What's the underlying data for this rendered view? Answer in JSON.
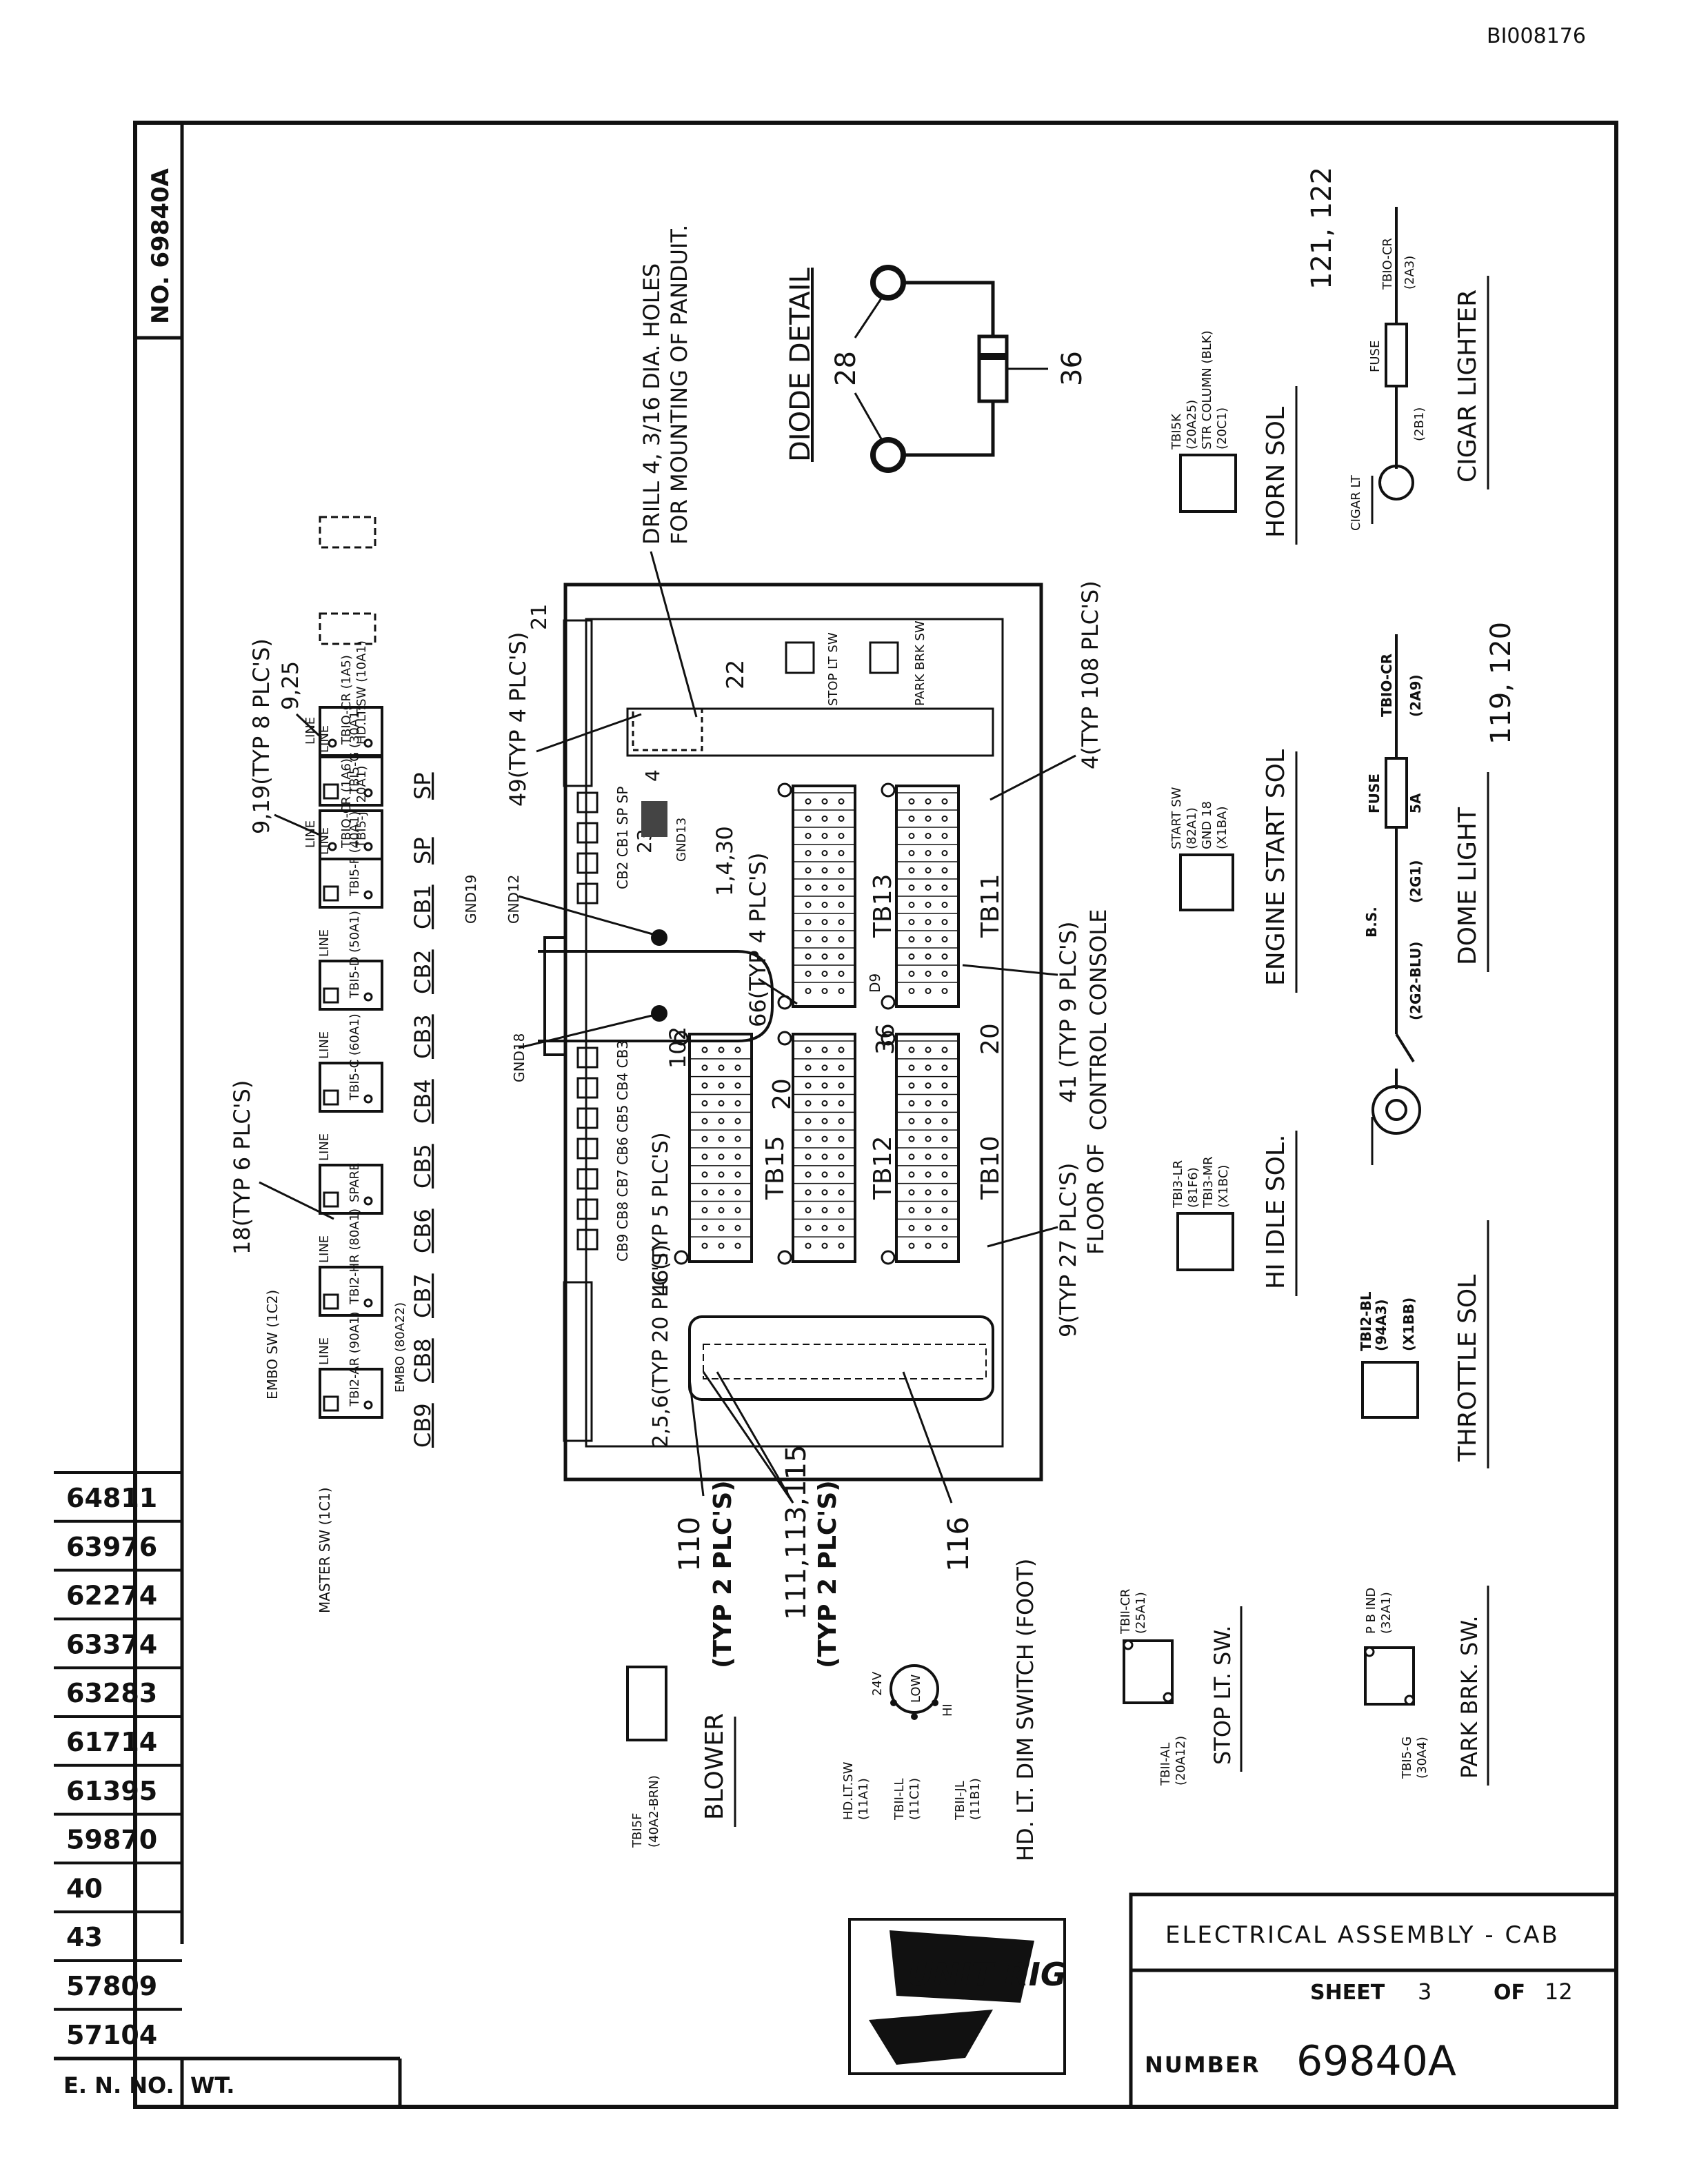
{
  "doc_id": "BI008176",
  "drawing_number_vertical": "NO. 69840A",
  "title_block": {
    "title": "ELECTRICAL ASSEMBLY - CAB",
    "sheet_label": "SHEET",
    "sheet_no": "3",
    "of_label": "OF",
    "sheet_total": "12",
    "number_label": "NUMBER",
    "number": "69840A",
    "logo_text": "UNIT RIG"
  },
  "revision_list": {
    "numbers": [
      "64811",
      "63976",
      "62274",
      "63374",
      "63283",
      "61714",
      "61395",
      "59870",
      "40",
      "43",
      "57809",
      "57104"
    ],
    "en_label": "E. N. NO.",
    "wt_label": "WT."
  },
  "breakers": {
    "positions": [
      "CB9",
      "CB8",
      "CB7",
      "CB6",
      "CB5",
      "CB4",
      "CB3",
      "CB2",
      "CB1",
      "SP",
      "SP"
    ],
    "line_label": "LINE",
    "labels": {
      "cb9": "TBI2-AR (90A1)",
      "cb8": "TBI2-HR (80A1)",
      "cb8b": "EMBO (80A22)",
      "cb7": "SPARE",
      "cb6": "TBI5-C (60A1)",
      "cb5": "TBI5-D (50A1)",
      "cb4": "TBI5-F (40A1)",
      "cb3": "TBI5-G (30A1)",
      "cb2a": "TBIO-CR (1A6)",
      "cb2b": "TBI5-J (20A1)",
      "cb1a": "TBIO-CR (1A5)",
      "cb1b": "HD.LT.SW (10A1)"
    },
    "master_sw": "MASTER SW (1C1)",
    "embo_sw": "EMBO SW (1C2)",
    "callout_18": "18(TYP 6 PLC'S)",
    "callout_919": "9,19(TYP 8 PLC'S)",
    "callout_925": "9,25"
  },
  "panel": {
    "drill_note_1": "DRILL 4, 3/16 DIA. HOLES",
    "drill_note_2": "FOR MOUNTING OF PANDUIT.",
    "labels": {
      "stop_lt_sw": "STOP LT SW",
      "park_brk_sw": "PARK BRK SW",
      "gnd12": "GND12",
      "gnd13": "GND13",
      "gnd18": "GND18",
      "gnd19": "GND19",
      "cb_row_top": "CB2 CB1 SP SP",
      "cb_row_bottom": "CB9 CB8 CB7 CB6 CB5 CB4 CB3",
      "tb15": "TB15",
      "tb12": "TB12",
      "tb10": "TB10",
      "tb13": "TB13",
      "tb11": "TB11",
      "d9": "D9",
      "panel_36": "36",
      "panel_20a": "20",
      "panel_20b": "20",
      "panel_102": "102",
      "panel_22": "22",
      "panel_21": "21",
      "panel_23": "23",
      "panel_4": "4"
    },
    "callouts": {
      "c49": "49(TYP 4 PLC'S)",
      "c4": "4(TYP 108 PLC'S)",
      "c41a": "41 (TYP 9 PLC'S)",
      "c41b": "CONTROL CONSOLE",
      "c9a": "9(TYP 27 PLC'S)",
      "c9b": "FLOOR OF",
      "c66": "66(TYP 4 PLC'S)",
      "c1430": "1,4,30",
      "c46": "46(TYP 5 PLC'S)",
      "c256": "2,5,6(TYP 20 PLC'S)",
      "c110a": "110",
      "c110b": "(TYP 2 PLC'S)",
      "c111a": "111,113,115",
      "c111b": "(TYP 2 PLC'S)",
      "c116": "116"
    }
  },
  "diode_detail": {
    "title": "DIODE DETAIL",
    "n28": "28",
    "n36": "36"
  },
  "components": {
    "horn": {
      "title": "HORN SOL",
      "l1": "TBI5K",
      "l2": "(20A25)",
      "l3": "STR COLUMN (BLK)",
      "l4": "(20C1)"
    },
    "cigar": {
      "title": "CIGAR LIGHTER",
      "num": "121, 122",
      "tb": "TBIO-CR",
      "tb2": "(2A3)",
      "fuse": "FUSE",
      "fuse2": "(2B1)",
      "lt": "CIGAR LT"
    },
    "engine": {
      "title": "ENGINE START SOL",
      "l1": "START SW",
      "l2": "(82A1)",
      "l3": "GND 18",
      "l4": "(X1BA)"
    },
    "dome": {
      "title": "DOME LIGHT",
      "num": "119, 120",
      "tb": "TBIO-CR",
      "tb2": "(2A9)",
      "fuse": "FUSE",
      "fuse2": "5A",
      "fuse3": "(2G1)",
      "bs": "B.S.",
      "blu": "(2G2-BLU)"
    },
    "hiidle": {
      "title": "HI IDLE SOL.",
      "l1": "TBI3-LR",
      "l2": "(81F6)",
      "l3": "TBI3-MR",
      "l4": "(X1BC)"
    },
    "throttle": {
      "title": "THROTTLE SOL",
      "l1": "TBI2-BL",
      "l2": "(94A3)",
      "l3": "(X1BB)"
    },
    "blower": {
      "title": "BLOWER",
      "l1": "TBI5F",
      "l2": "(40A2-BRN)"
    },
    "hdlt": {
      "title": "HD. LT. DIM SWITCH (FOOT)",
      "l1": "HD.LT.SW",
      "l2": "(11A1)",
      "l3": "TBII-LL",
      "l4": "(11C1)",
      "l5": "TBII-JL",
      "l6": "(11B1)",
      "v": "24V",
      "lo": "LOW",
      "hi": "HI"
    },
    "stoplt": {
      "title": "STOP LT. SW.",
      "l1": "TBII-CR",
      "l2": "(25A1)",
      "l3": "TBII-AL",
      "l4": "(20A12)"
    },
    "parkbrk": {
      "title": "PARK BRK. SW.",
      "l1": "P B IND",
      "l2": "(32A1)",
      "l3": "TBI5-G",
      "l4": "(30A4)"
    }
  }
}
